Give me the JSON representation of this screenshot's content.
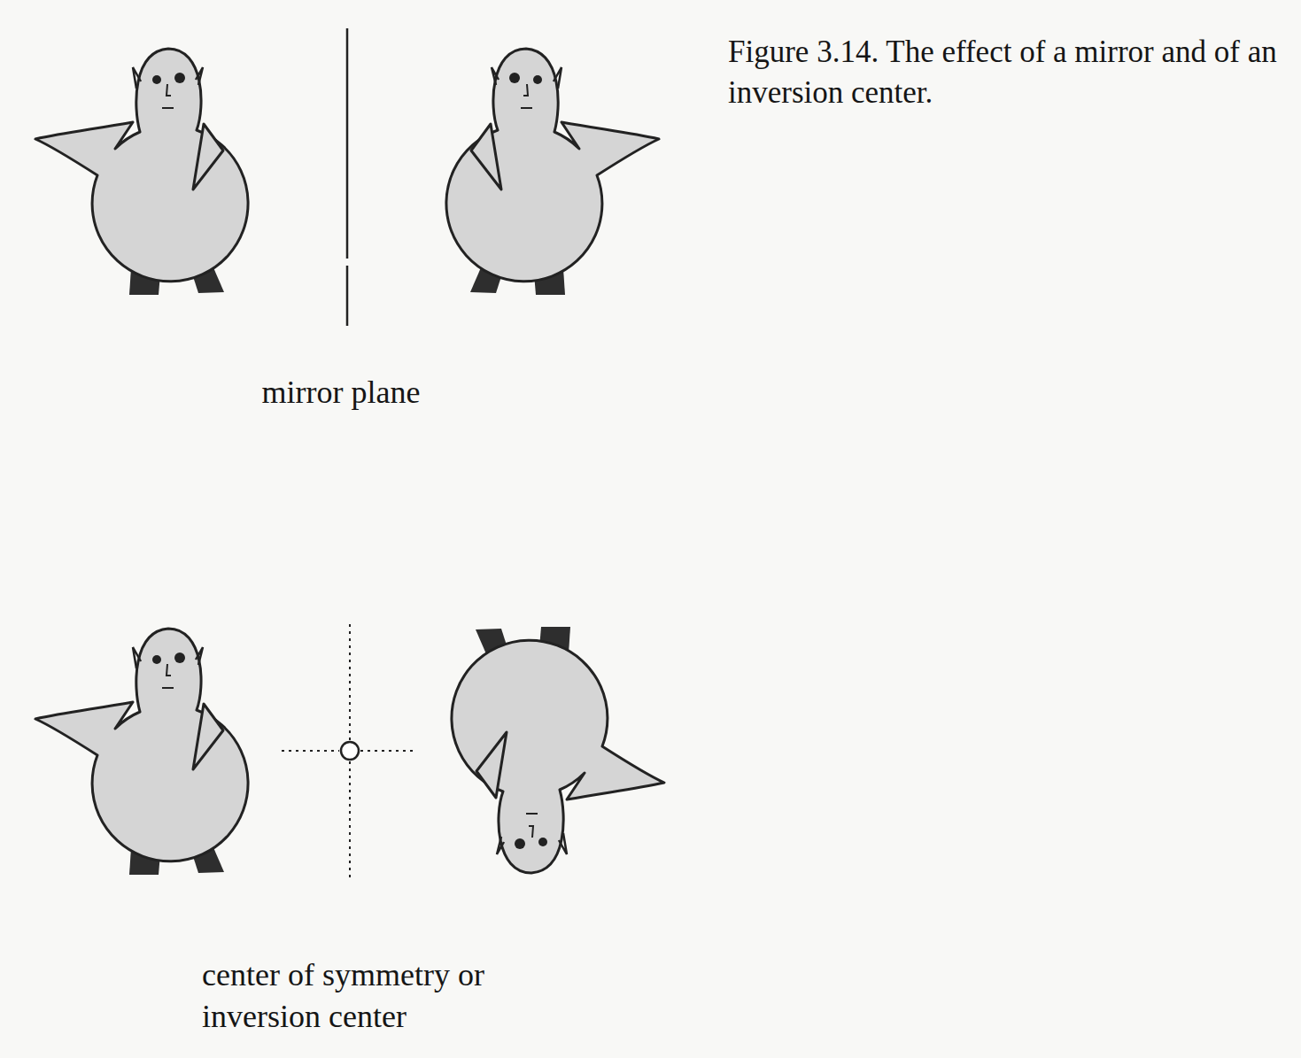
{
  "diagram": {
    "caption": "Figure 3.14. The effect of a mirror and of an inversion center.",
    "labels": [
      "mirror plane",
      "center of symmetry or inversion center"
    ]
  }
}
